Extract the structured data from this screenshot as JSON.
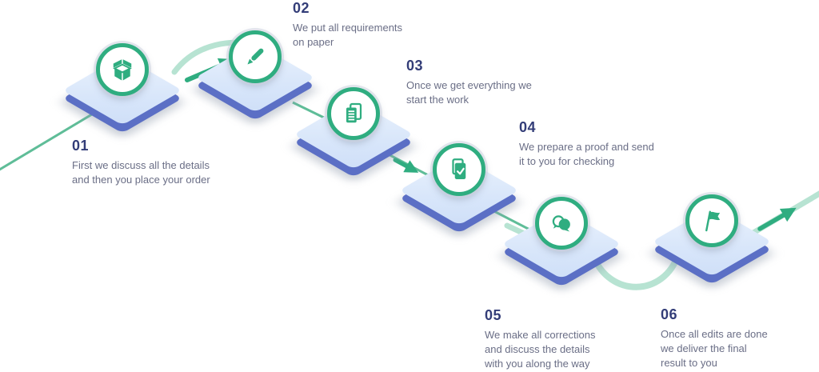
{
  "palette": {
    "green": "#2fad80",
    "green_light": "#b7e3d2",
    "diamond_top": "#dce9fb",
    "diamond_edge": "#5b6fc5",
    "number_color": "#333d78",
    "text_color": "#6a6e86",
    "background": "#ffffff"
  },
  "steps": [
    {
      "number": "01",
      "icon": "open-box-icon",
      "line1": "First we discuss all the details",
      "line2": "and then you place your order",
      "line3": ""
    },
    {
      "number": "02",
      "icon": "pen-icon",
      "line1": "We put all requirements",
      "line2": "on paper",
      "line3": ""
    },
    {
      "number": "03",
      "icon": "documents-icon",
      "line1": "Once we get everything we",
      "line2": "start the work",
      "line3": ""
    },
    {
      "number": "04",
      "icon": "approved-document-icon",
      "line1": "We prepare a proof and send",
      "line2": "it to you for checking",
      "line3": ""
    },
    {
      "number": "05",
      "icon": "chat-bubbles-icon",
      "line1": "We make all corrections",
      "line2": "and discuss the details",
      "line3": "with you along the way",
      "line3b": ""
    },
    {
      "number": "06",
      "icon": "flag-icon",
      "line1": "Once all edits are done",
      "line2": "we deliver the final",
      "line3": "result to you"
    }
  ]
}
